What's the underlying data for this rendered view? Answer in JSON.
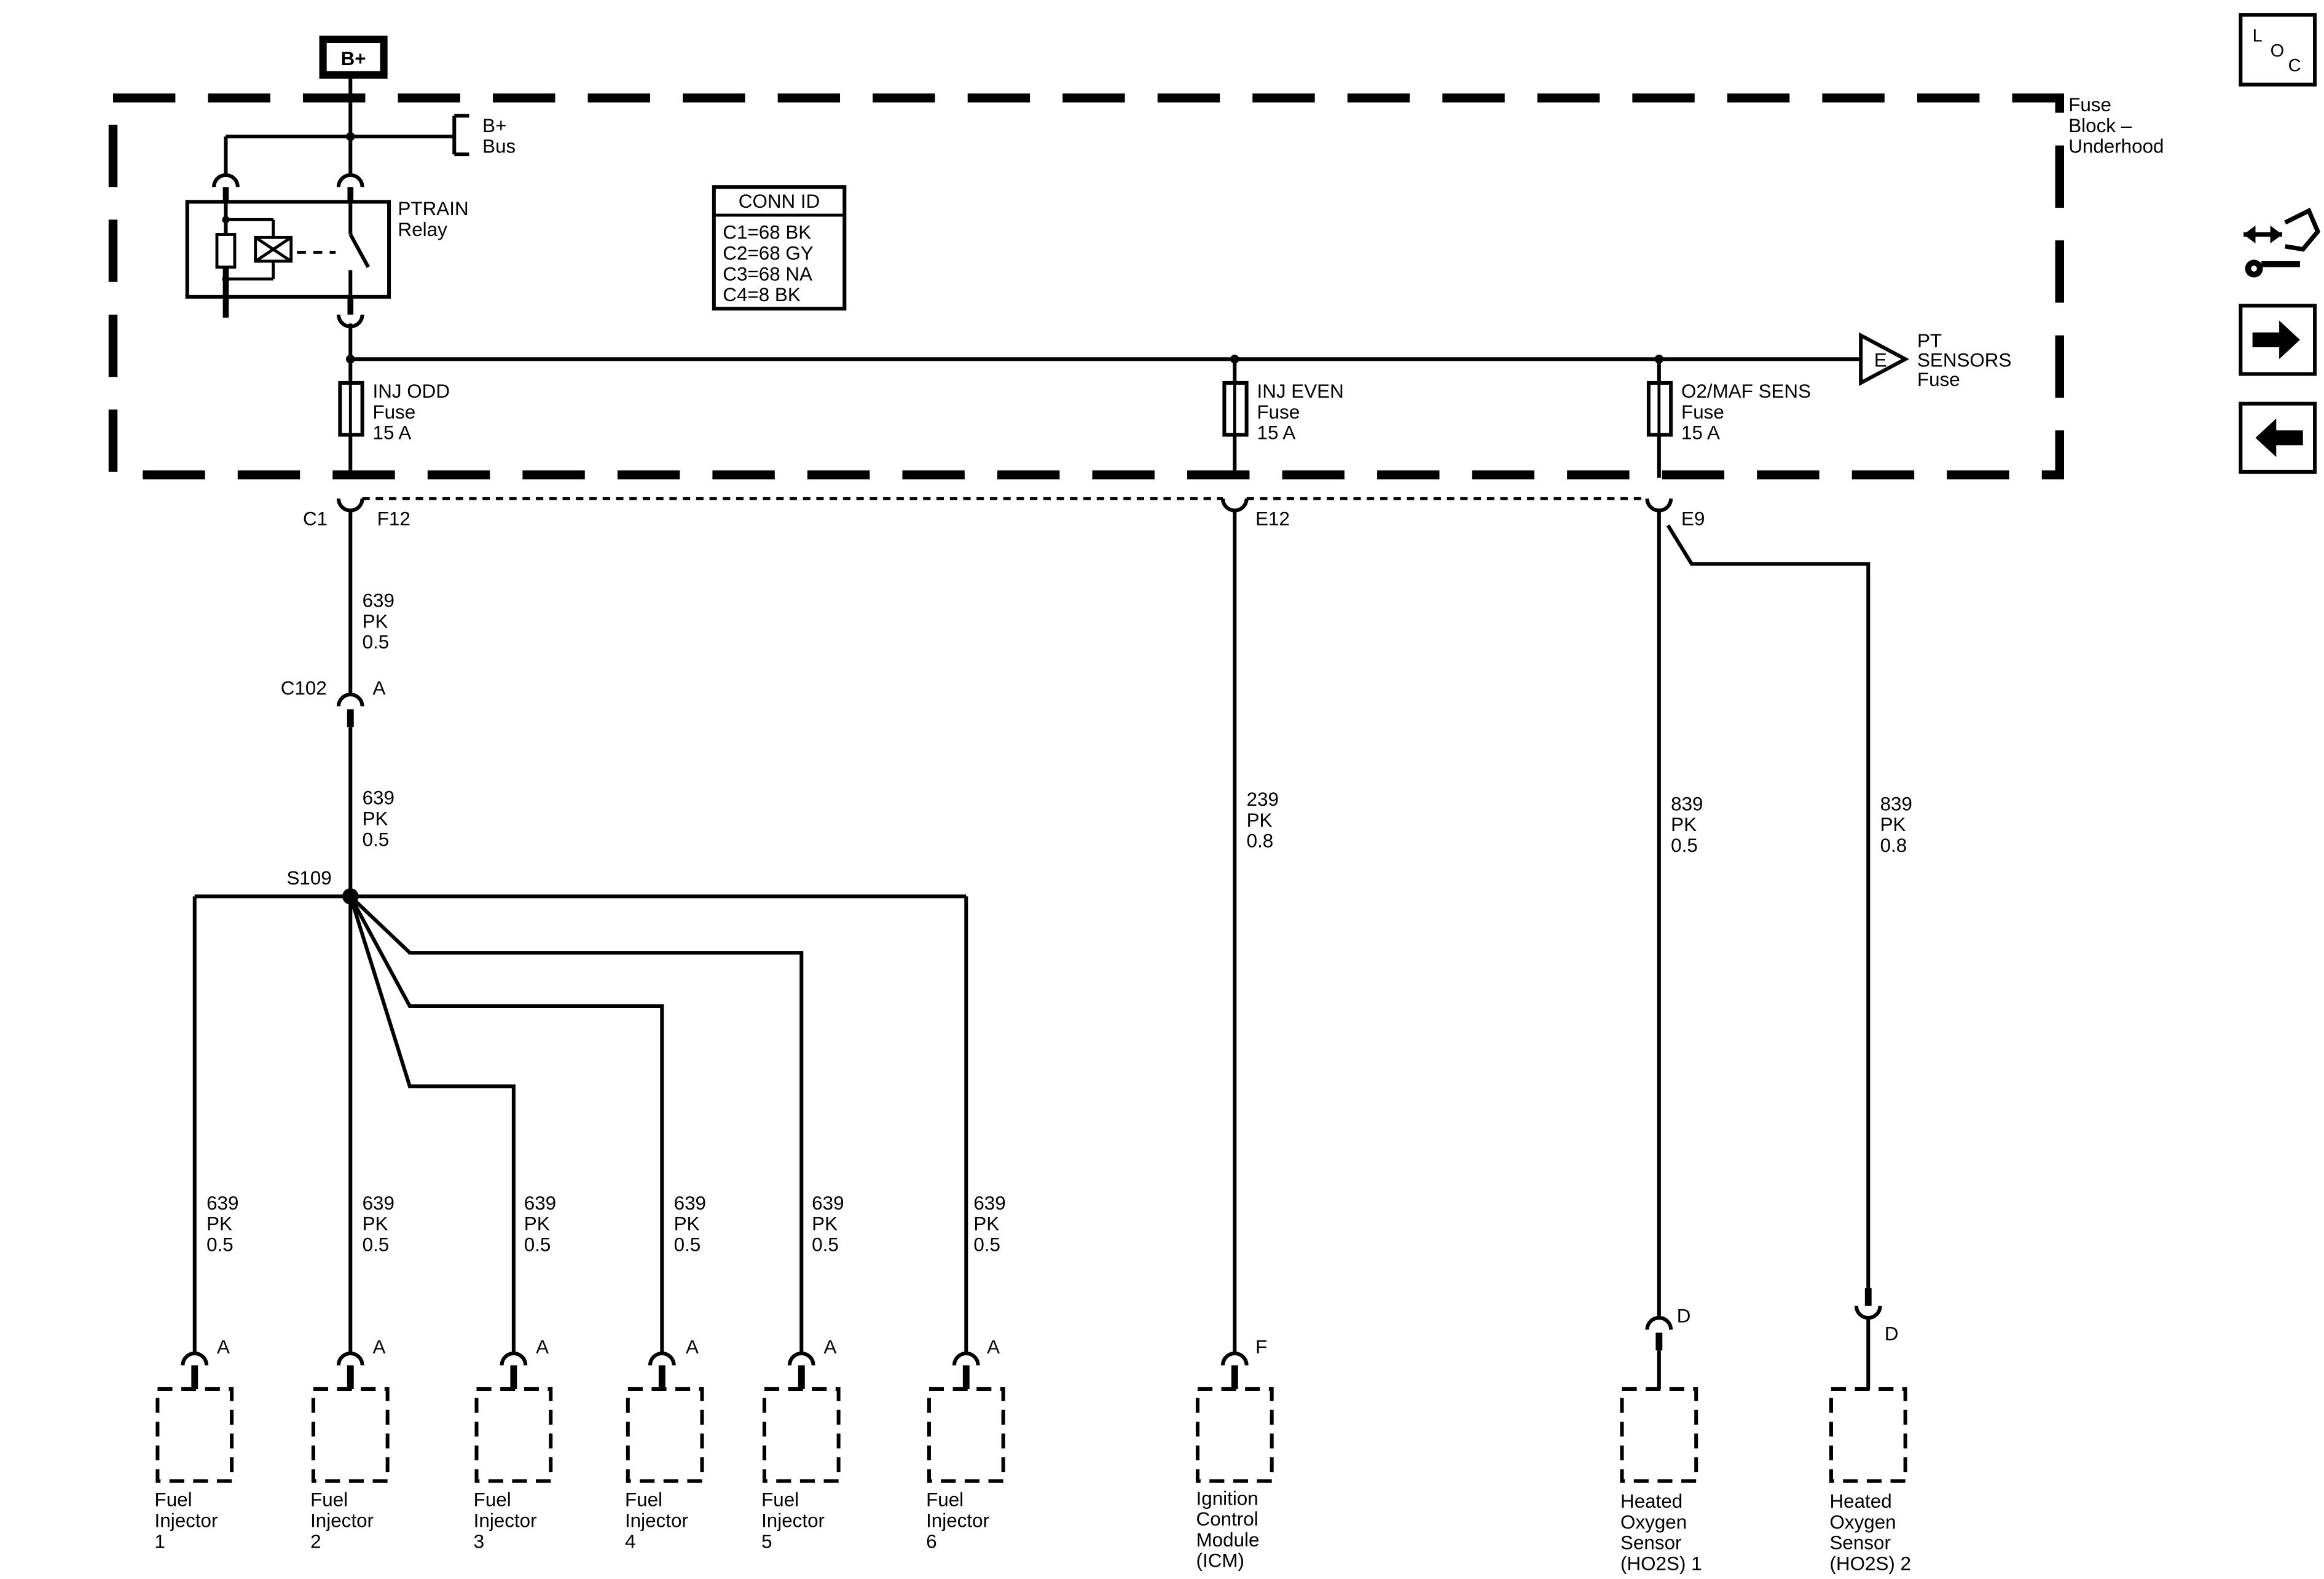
{
  "power": {
    "label": "B+"
  },
  "bus": {
    "line1": "B+",
    "line2": "Bus"
  },
  "fuse_block": {
    "line1": "Fuse",
    "line2": "Block –",
    "line3": "Underhood"
  },
  "relay": {
    "line1": "PTRAIN",
    "line2": "Relay"
  },
  "conn_id": {
    "title": "CONN ID",
    "rows": [
      "C1=68 BK",
      "C2=68 GY",
      "C3=68 NA",
      "C4=8 BK"
    ]
  },
  "fuses": [
    {
      "name": "INJ ODD",
      "type": "Fuse",
      "rating": "15 A"
    },
    {
      "name": "INJ EVEN",
      "type": "Fuse",
      "rating": "15 A"
    },
    {
      "name": "O2/MAF SENS",
      "type": "Fuse",
      "rating": "15 A"
    }
  ],
  "pt_sensors": {
    "tag": "E",
    "line1": "PT",
    "line2": "SENSORS",
    "line3": "Fuse"
  },
  "connectors": {
    "c1": "C1",
    "f12": "F12",
    "e12": "E12",
    "e9": "E9",
    "c102": "C102",
    "c102_pin": "A",
    "splice": "S109"
  },
  "wires": {
    "w639_top": {
      "circuit": "639",
      "color": "PK",
      "gauge": "0.5"
    },
    "w639_mid": {
      "circuit": "639",
      "color": "PK",
      "gauge": "0.5"
    },
    "w239": {
      "circuit": "239",
      "color": "PK",
      "gauge": "0.8"
    },
    "w839a": {
      "circuit": "839",
      "color": "PK",
      "gauge": "0.5"
    },
    "w839b": {
      "circuit": "839",
      "color": "PK",
      "gauge": "0.8"
    },
    "injector_wires": [
      {
        "circuit": "639",
        "color": "PK",
        "gauge": "0.5"
      },
      {
        "circuit": "639",
        "color": "PK",
        "gauge": "0.5"
      },
      {
        "circuit": "639",
        "color": "PK",
        "gauge": "0.5"
      },
      {
        "circuit": "639",
        "color": "PK",
        "gauge": "0.5"
      },
      {
        "circuit": "639",
        "color": "PK",
        "gauge": "0.5"
      },
      {
        "circuit": "639",
        "color": "PK",
        "gauge": "0.5"
      }
    ]
  },
  "components": [
    {
      "pin": "A",
      "lines": [
        "Fuel",
        "Injector",
        "1"
      ]
    },
    {
      "pin": "A",
      "lines": [
        "Fuel",
        "Injector",
        "2"
      ]
    },
    {
      "pin": "A",
      "lines": [
        "Fuel",
        "Injector",
        "3"
      ]
    },
    {
      "pin": "A",
      "lines": [
        "Fuel",
        "Injector",
        "4"
      ]
    },
    {
      "pin": "A",
      "lines": [
        "Fuel",
        "Injector",
        "5"
      ]
    },
    {
      "pin": "A",
      "lines": [
        "Fuel",
        "Injector",
        "6"
      ]
    },
    {
      "pin": "F",
      "lines": [
        "Ignition",
        "Control",
        "Module",
        "(ICM)"
      ]
    },
    {
      "pin": "D",
      "lines": [
        "Heated",
        "Oxygen",
        "Sensor",
        "(HO2S) 1"
      ]
    },
    {
      "pin": "D",
      "lines": [
        "Heated",
        "Oxygen",
        "Sensor",
        "(HO2S) 2"
      ]
    }
  ],
  "nav": {
    "loc_letters": [
      "L",
      "O",
      "C"
    ],
    "icons": [
      "component-locator-icon",
      "connector-wrench-icon",
      "arrow-right-icon",
      "arrow-left-icon"
    ]
  }
}
